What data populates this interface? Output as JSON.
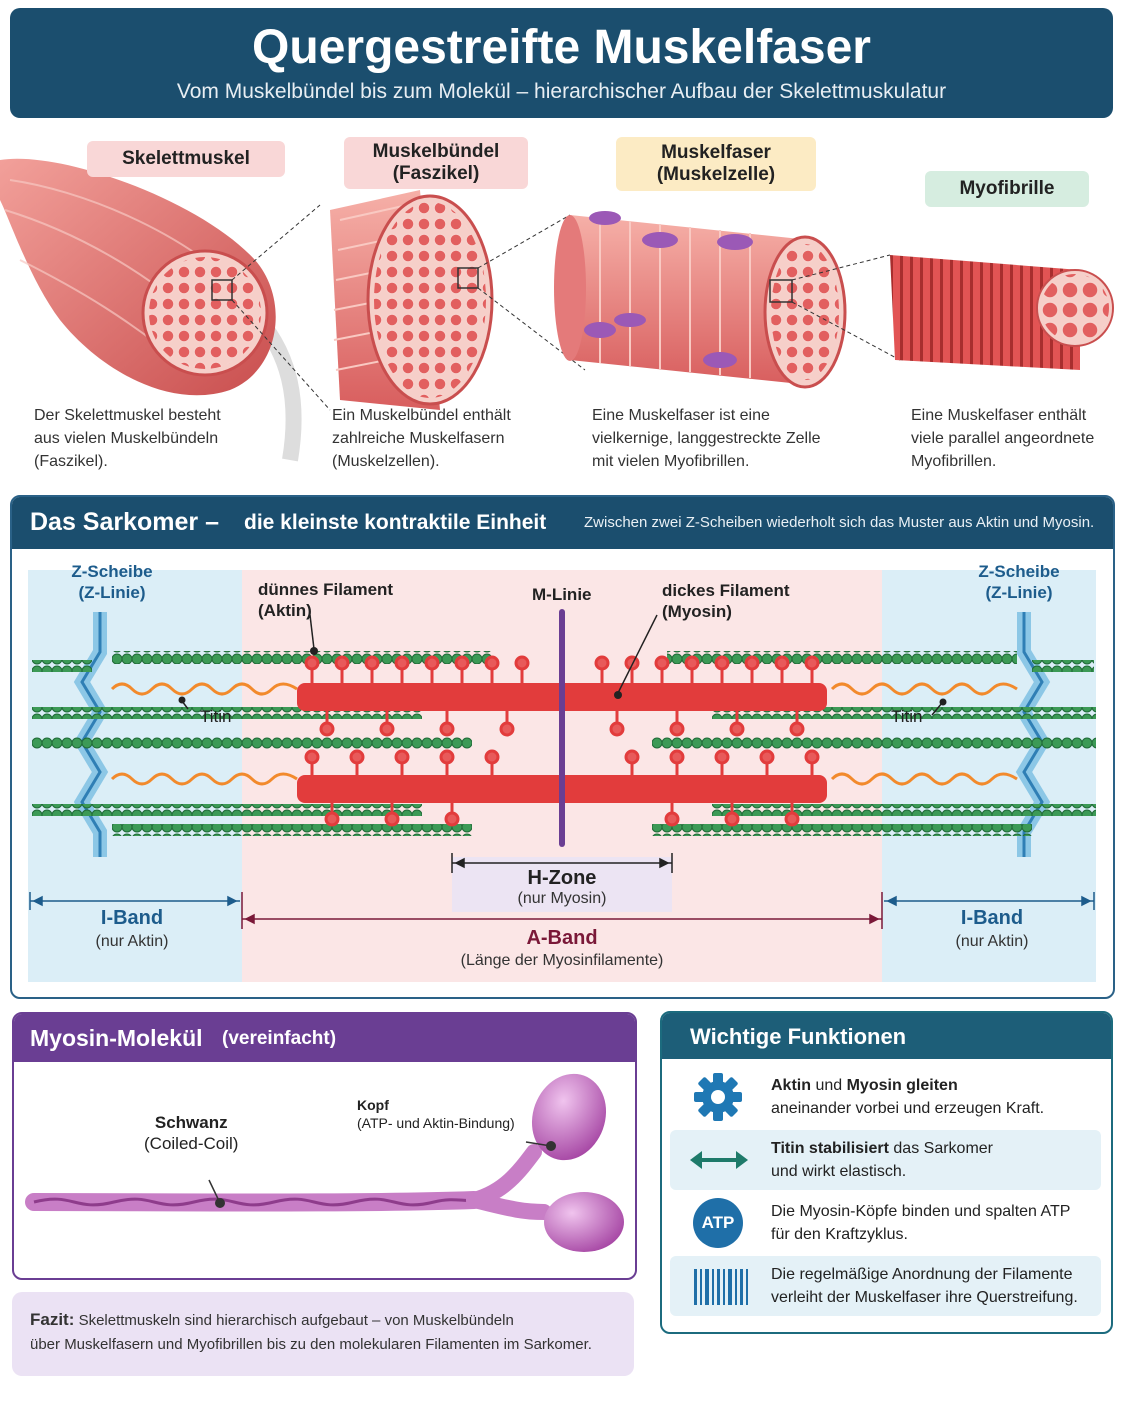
{
  "header": {
    "title": "Quergestreifte Muskelfaser",
    "subtitle": "Vom Muskelbündel bis zum Molekül – hierarchischer Aufbau der Skelettmuskulatur"
  },
  "hierarchy": [
    {
      "label": "Skelettmuskel",
      "label2": "",
      "color": "#f9d7d7",
      "desc": [
        "Der Skelettmuskel besteht",
        "aus vielen Muskelbündeln",
        "(Faszikel)."
      ]
    },
    {
      "label": "Muskelbündel",
      "label2": "(Faszikel)",
      "color": "#f9d7d7",
      "desc": [
        "Ein Muskelbündel enthält",
        "zahlreiche Muskelfasern",
        "(Muskelzellen)."
      ]
    },
    {
      "label": "Muskelfaser",
      "label2": "(Muskelzelle)",
      "color": "#fcebc4",
      "desc": [
        "Eine Muskelfaser ist eine",
        "vielkernige, langgestreckte Zelle",
        "mit vielen Myofibrillen."
      ]
    },
    {
      "label": "Myofibrille",
      "label2": "",
      "color": "#d6ede0",
      "desc": [
        "Eine Muskelfaser enthält",
        "viele parallel angeordnete",
        "Myofibrillen."
      ]
    }
  ],
  "sarcomere": {
    "title": "Das Sarkomer –",
    "subtitle": "die kleinste kontraktile Einheit",
    "note": "Zwischen zwei Z-Scheiben wiederholt sich das Muster aus Aktin und Myosin.",
    "z_left": [
      "Z-Scheibe",
      "(Z-Linie)"
    ],
    "z_right": [
      "Z-Scheibe",
      "(Z-Linie)"
    ],
    "thin": [
      "dünnes Filament",
      "(Aktin)"
    ],
    "thick": [
      "dickes Filament",
      "(Myosin)"
    ],
    "m_line": "M-Linie",
    "titin_left": "Titin",
    "titin_right": "Titin",
    "h_zone": {
      "title": "H-Zone",
      "sub": "(nur Myosin)"
    },
    "a_band": {
      "title": "A-Band",
      "sub": "(Länge der Myosinfilamente)"
    },
    "i_band_left": {
      "title": "I-Band",
      "sub": "(nur Aktin)"
    },
    "i_band_right": {
      "title": "I-Band",
      "sub": "(nur Aktin)"
    },
    "colors": {
      "actin": "#2e8b4a",
      "myosin": "#e23c3c",
      "titin": "#f28a2c",
      "z_disc": "#4a9cd0",
      "m_line": "#6a3e93"
    }
  },
  "myosin": {
    "title": "Myosin-Molekül",
    "title_suffix": "(vereinfacht)",
    "tail": [
      "Schwanz",
      "(Coiled-Coil)"
    ],
    "head": [
      "Kopf",
      "(ATP- und Aktin-Bindung)"
    ]
  },
  "functions": {
    "title": "Wichtige Funktionen",
    "items": [
      {
        "icon": "gear-icon",
        "bold1": "Aktin",
        "text1": " und ",
        "bold2": "Myosin gleiten",
        "line2": "aneinander vorbei und erzeugen Kraft."
      },
      {
        "icon": "double-arrow-icon",
        "bold1": "Titin stabilisiert",
        "text1": " das Sarkomer",
        "bold2": "",
        "line2": "und wirkt elastisch."
      },
      {
        "icon": "atp-icon",
        "icon_text": "ATP",
        "bold1": "",
        "text1": "Die Myosin-Köpfe binden und spalten ATP",
        "bold2": "",
        "line2": "für den Kraftzyklus."
      },
      {
        "icon": "barcode-icon",
        "bold1": "",
        "text1": "Die regelmäßige Anordnung der Filamente",
        "bold2": "",
        "line2": "verleiht der Muskelfaser ihre Querstreifung."
      }
    ]
  },
  "fazit": {
    "label": "Fazit:",
    "line1": "Skelettmuskeln sind hierarchisch aufgebaut – von Muskelbündeln",
    "line2": "über Muskelfasern und Myofibrillen bis zu den molekularen Filamenten im Sarkomer."
  }
}
